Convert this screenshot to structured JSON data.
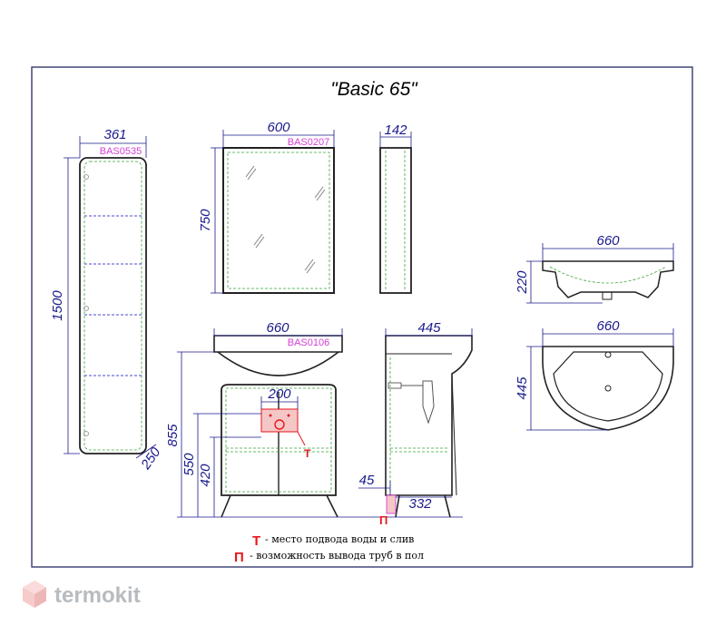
{
  "title": "\"Basic 65\"",
  "colors": {
    "dimension": "#1a1a8c",
    "code": "#d43fd4",
    "marker": "#e8161e",
    "outline": "#222222",
    "inner": "#3aa53a",
    "frame": "#333b6b",
    "logo": "#9aa0a6"
  },
  "cabinet_tall": {
    "width": "361",
    "height": "1500",
    "depth": "250",
    "code": "BAS0535"
  },
  "mirror": {
    "width": "600",
    "height": "750",
    "code": "BAS0207"
  },
  "mirror_side": {
    "depth": "142"
  },
  "vanity_front": {
    "width": "660",
    "code": "BAS0106",
    "pipe_zone": "200",
    "height_total": "855",
    "height_basin": "550",
    "height_pipes": "420"
  },
  "vanity_side": {
    "depth": "445",
    "leg_offset": "45",
    "floor_offset": "332"
  },
  "sink_side": {
    "width": "660",
    "height": "220"
  },
  "sink_top": {
    "width": "660",
    "depth": "445"
  },
  "legend": [
    {
      "symbol": "Т",
      "text": "- место подвода воды и слив"
    },
    {
      "symbol": "П",
      "text": "- возможность вывода труб в пол"
    }
  ],
  "logo": {
    "text": "termokit",
    "icon": "hexagon-cube-icon"
  }
}
